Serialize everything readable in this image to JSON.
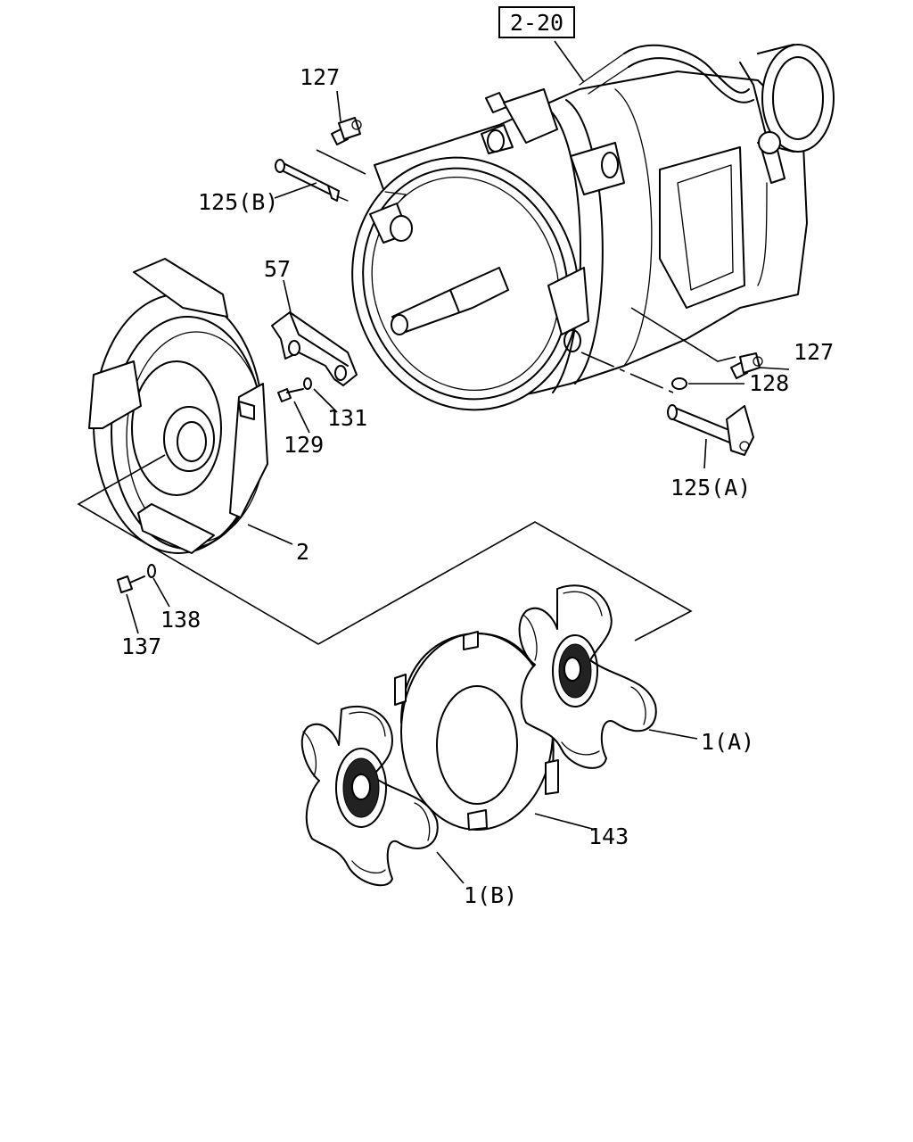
{
  "diagram": {
    "reference_box": "2-20",
    "callouts": {
      "c127_top": "127",
      "c125b": "125(B)",
      "c57": "57",
      "c131": "131",
      "c129": "129",
      "c2": "2",
      "c127_right": "127",
      "c128": "128",
      "c125a": "125(A)",
      "c138": "138",
      "c137": "137",
      "c1a": "1(A)",
      "c143": "143",
      "c1b": "1(B)"
    }
  }
}
